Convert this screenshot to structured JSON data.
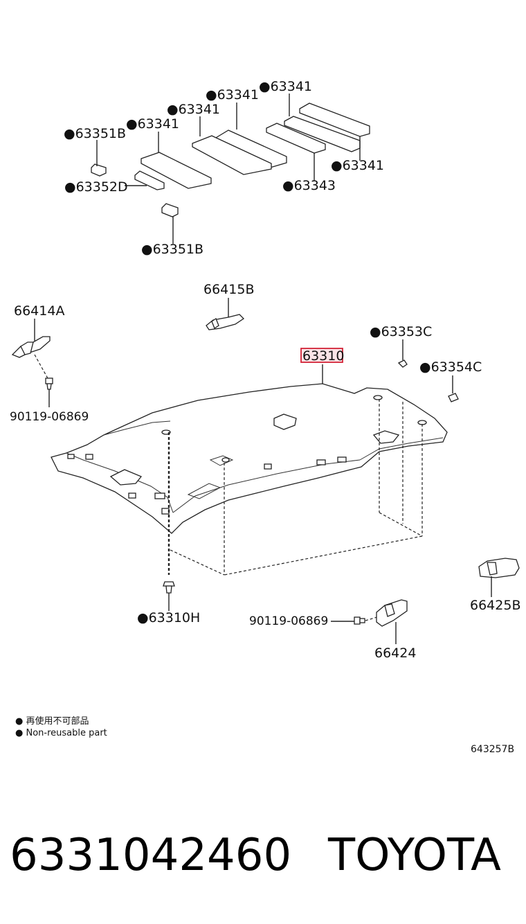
{
  "callouts": {
    "pad_top_right": "●63341",
    "pad_top_mid": "●63341",
    "pad_left_mid": "●63341",
    "pad_left": "●63341",
    "pad_right": "●63341",
    "clip_upper": "●63351B",
    "clip_lower": "●63351B",
    "strip": "●63352D",
    "pad_bottom": "●63343",
    "bracket_left": "66414A",
    "screw_left": "90119-06869",
    "bracket_center": "66415B",
    "headliner": "63310",
    "plug_c": "●63353C",
    "plug_c2": "●63354C",
    "fastener": "●63310H",
    "screw_bottom": "90119-06869",
    "bracket_bottom": "66424",
    "bracket_right": "66425B"
  },
  "legend": {
    "line_cn": "● 再使用不可部品",
    "line_en": "● Non-reusable part"
  },
  "diagram_code": "643257B",
  "footer": {
    "part_number": "6331042460",
    "brand": "TOYOTA"
  },
  "colors": {
    "highlight_fill": "#fbe3e6",
    "highlight_stroke": "#d32236"
  }
}
